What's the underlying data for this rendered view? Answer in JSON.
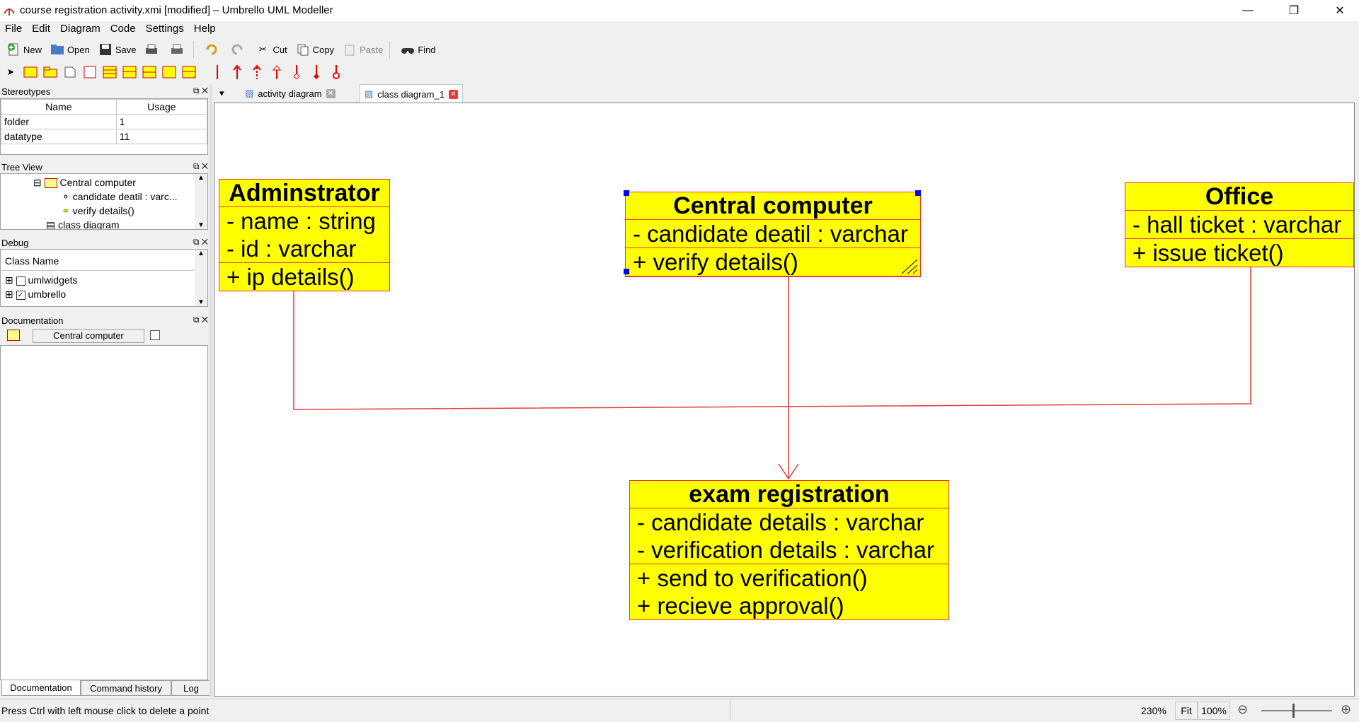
{
  "window": {
    "title": "course registration activity.xmi [modified] – Umbrello UML Modeller",
    "minimize": "—",
    "maximize": "❐",
    "close": "✕"
  },
  "menu": [
    "File",
    "Edit",
    "Diagram",
    "Code",
    "Settings",
    "Help"
  ],
  "toolbar": {
    "new": "New",
    "open": "Open",
    "save": "Save",
    "cut": "Cut",
    "copy": "Copy",
    "paste": "Paste",
    "find": "Find"
  },
  "panels": {
    "stereotypes": {
      "title": "Stereotypes",
      "col_name": "Name",
      "col_usage": "Usage",
      "rows": [
        {
          "name": "folder",
          "usage": "1"
        },
        {
          "name": "datatype",
          "usage": "11"
        }
      ]
    },
    "tree": {
      "title": "Tree View",
      "items": [
        "Central computer",
        "candidate deatil : varc...",
        "verify details()",
        "class diagram"
      ]
    },
    "debug": {
      "title": "Debug",
      "col": "Class Name",
      "items": [
        "umlwidgets",
        "umbrello"
      ]
    },
    "documentation": {
      "title": "Documentation",
      "name": "Central computer"
    },
    "bottom_tabs": [
      "Documentation",
      "Command history",
      "Log"
    ]
  },
  "tabs": [
    {
      "label": "activity diagram"
    },
    {
      "label": "class diagram_1"
    }
  ],
  "diagram": {
    "classes": {
      "admin": {
        "name": "Adminstrator",
        "attributes": [
          "- name : string",
          "- id : varchar"
        ],
        "operations": [
          "+ ip details()"
        ]
      },
      "central": {
        "name": "Central computer",
        "attributes": [
          "- candidate deatil : varchar"
        ],
        "operations": [
          "+ verify details()"
        ]
      },
      "office": {
        "name": "Office",
        "attributes": [
          "- hall ticket : varchar"
        ],
        "operations": [
          "+ issue ticket()"
        ]
      },
      "exam": {
        "name": "exam registration",
        "attributes": [
          "- candidate details : varchar",
          "- verification details : varchar"
        ],
        "operations": [
          "+ send to verification()",
          "+ recieve approval()"
        ]
      }
    },
    "colors": {
      "fill": "#ffff00",
      "line": "#e53a3a"
    }
  },
  "status": {
    "message": "Press Ctrl with left mouse click to delete a point",
    "zoom": "230%",
    "fit": "Fit",
    "hundred": "100%"
  }
}
